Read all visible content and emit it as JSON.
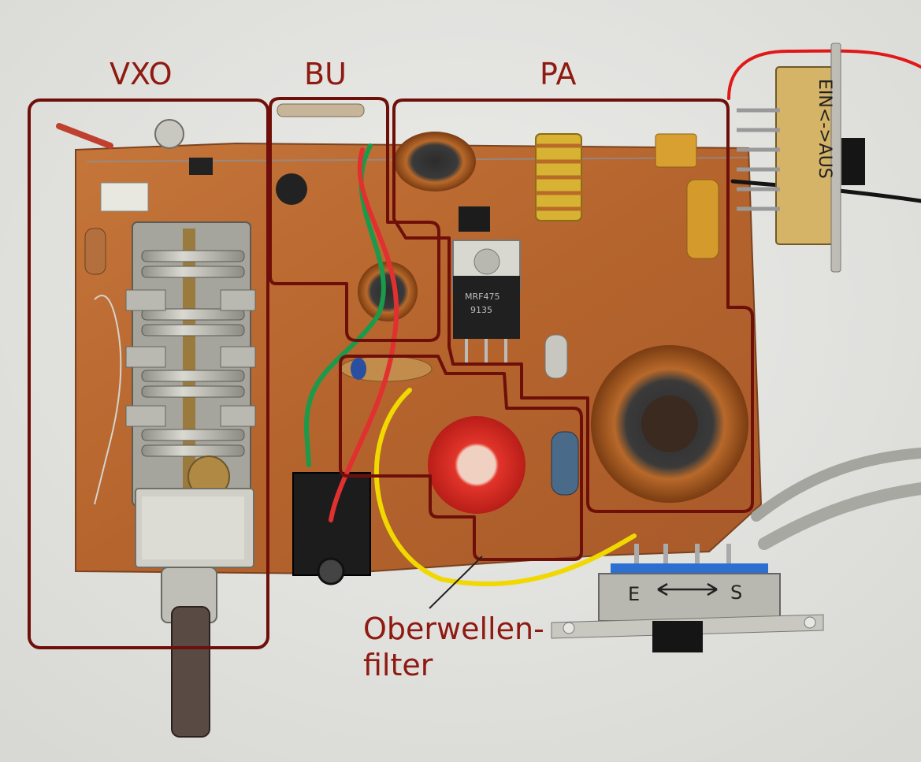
{
  "labels": {
    "vxo": "VXO",
    "bu": "BU",
    "pa": "PA",
    "filter_line1": "Oberwellen-",
    "filter_line2": "filter"
  },
  "component_markings": {
    "switch_top": "EIN<->AUS",
    "switch_bottom_left": "E",
    "switch_bottom_right": "S",
    "transistor": "MRF475",
    "transistor_code": "9135"
  },
  "colors": {
    "annotation": "#8e1a12",
    "board": "#b8672f",
    "background": "#e6e6e2"
  }
}
